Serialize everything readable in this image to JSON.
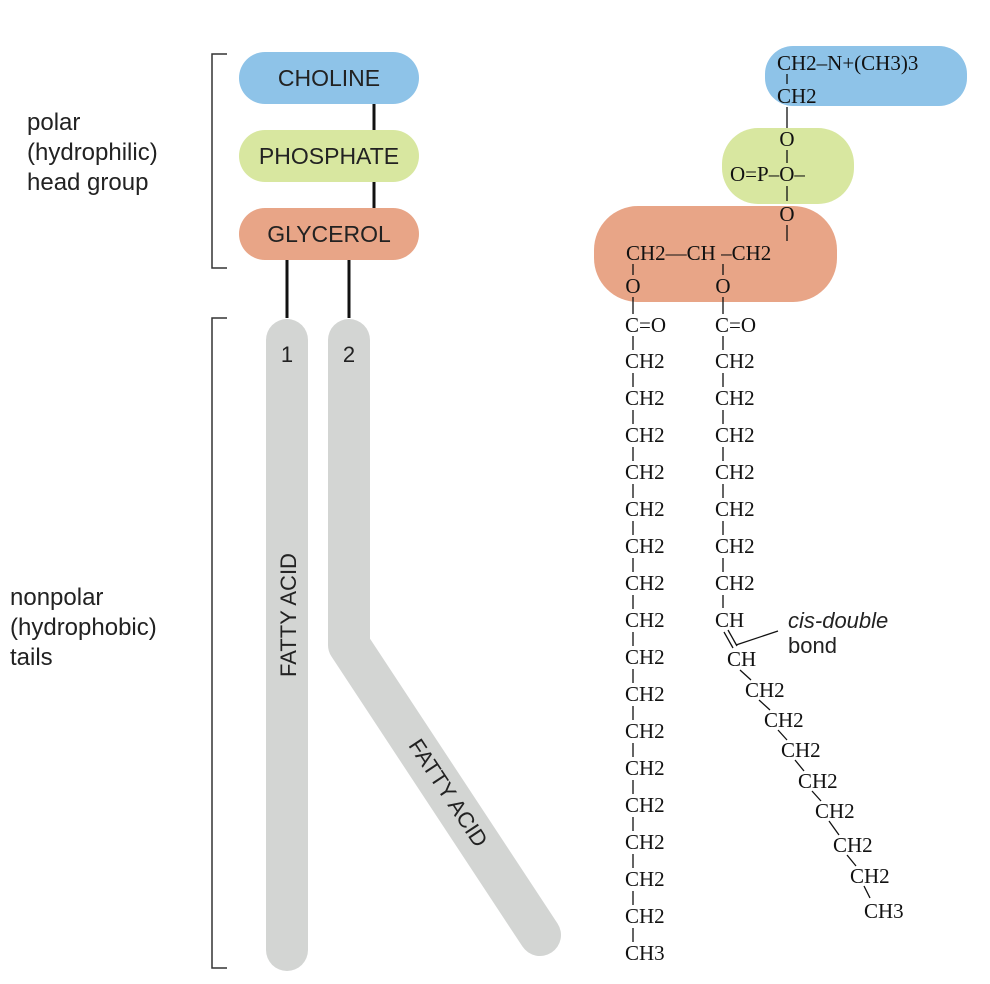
{
  "labels": {
    "polar_line1": "polar",
    "polar_line2": "(hydrophilic)",
    "polar_line3": "head group",
    "nonpolar_line1": "nonpolar",
    "nonpolar_line2": "(hydrophobic)",
    "nonpolar_line3": "tails"
  },
  "head_groups": [
    {
      "label": "CHOLINE",
      "color": "#8ec3e8"
    },
    {
      "label": "PHOSPHATE",
      "color": "#d8e7a0"
    },
    {
      "label": "GLYCEROL",
      "color": "#e8a587"
    }
  ],
  "tails": {
    "tail1_number": "1",
    "tail2_number": "2",
    "tail1_label": "FATTY ACID",
    "tail2_label": "FATTY ACID",
    "color": "#d3d5d3"
  },
  "structure": {
    "choline_top": "CH2–N+(CH3)3",
    "choline_ch2": "CH2",
    "phos_o_top": "O",
    "phos_center": "O=P–O–",
    "phos_o_bottom": "O",
    "glycerol_line": "CH2—CH –CH2",
    "ester_o": "O",
    "carbonyl": "C=O",
    "ch2": "CH2",
    "ch": "CH",
    "ch3": "CH3",
    "cis_label_line1": "cis-double",
    "cis_label_line2": "bond"
  }
}
